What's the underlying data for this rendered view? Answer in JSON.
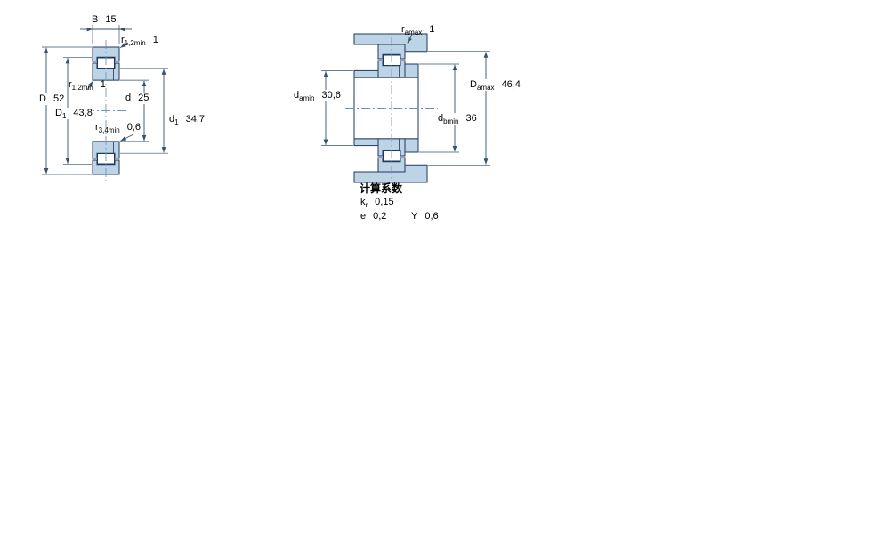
{
  "drawing": {
    "fill_color": "#bdd3e6",
    "outline_color": "#1f3a5f",
    "dimension_color": "#33506e"
  },
  "left_view": {
    "dims": {
      "b": {
        "name": "B",
        "sub": "",
        "value": "15"
      },
      "r12_top": {
        "name": "r",
        "sub": "1,2min",
        "value": "1"
      },
      "d_outer": {
        "name": "D",
        "sub": "",
        "value": "52"
      },
      "r12_inner": {
        "name": "r",
        "sub": "1,2min",
        "value": "1"
      },
      "d1_flange": {
        "name": "D",
        "sub": "1",
        "value": "43,8"
      },
      "d_bore": {
        "name": "d",
        "sub": "",
        "value": "25"
      },
      "r34": {
        "name": "r",
        "sub": "3,4min",
        "value": "0,6"
      },
      "d1_shoulder": {
        "name": "d",
        "sub": "1",
        "value": "34,7"
      }
    }
  },
  "right_view": {
    "dims": {
      "ra": {
        "name": "r",
        "sub": "amax",
        "value": "1"
      },
      "da": {
        "name": "d",
        "sub": "amin",
        "value": "30,6"
      },
      "Da": {
        "name": "D",
        "sub": "amax",
        "value": "46,4"
      },
      "db": {
        "name": "d",
        "sub": "bmin",
        "value": "36"
      }
    }
  },
  "calculation_factors": {
    "title": "计算系数",
    "kr": {
      "name": "k",
      "sub": "r",
      "value": "0,15"
    },
    "e": {
      "name": "e",
      "sub": "",
      "value": "0,2"
    },
    "y": {
      "name": "Y",
      "sub": "",
      "value": "0,6"
    }
  }
}
